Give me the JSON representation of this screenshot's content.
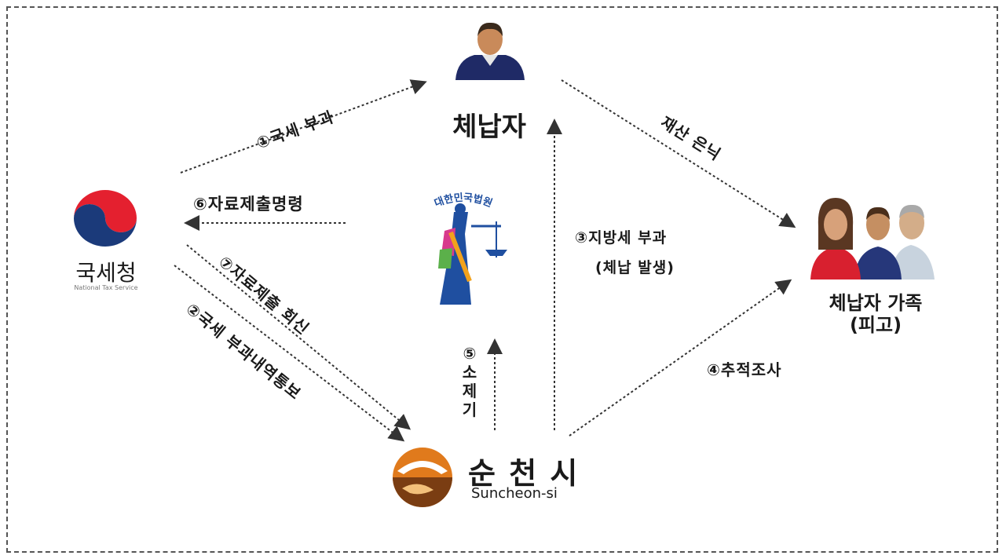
{
  "nodes": {
    "taxpayer": {
      "label": "체납자"
    },
    "nts": {
      "label": "국세청",
      "sub": "National Tax Service"
    },
    "family": {
      "line1": "체납자 가족",
      "line2": "(피고)"
    },
    "suncheon": {
      "label": "순 천 시",
      "sub": "Suncheon-si"
    },
    "court": {
      "arc_text": "대한민국법원"
    }
  },
  "edges": {
    "national_tax": "①국세 부과",
    "hide_assets": "재산 은닉",
    "submit_order": "⑥자료제출명령",
    "submit_reply": "⑦자료제출 회신",
    "notify": "②국세 부과내역통보",
    "local_tax_1": "③지방세 부과",
    "local_tax_2": "(체납 발생)",
    "lawsuit": "⑤소제기",
    "trace": "④추적조사"
  },
  "colors": {
    "arrow": "#333333",
    "nts_red": "#e4202f",
    "nts_blue": "#1b3a7a",
    "court_blue": "#1f4fa0",
    "suncheon_orange": "#e07a1c",
    "suncheon_brown": "#7a3d12"
  }
}
